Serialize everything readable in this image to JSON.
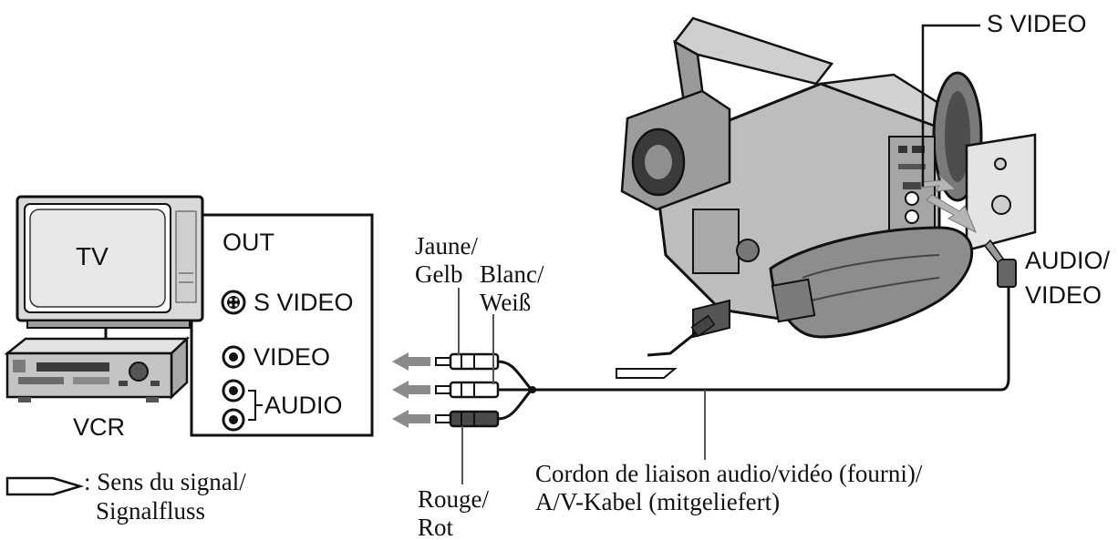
{
  "labels": {
    "svideo_top": "S VIDEO",
    "tv": "TV",
    "vcr": "VCR",
    "out": "OUT",
    "svideo_panel": "S VIDEO",
    "video_panel": "VIDEO",
    "audio_panel": "AUDIO",
    "jaune": "Jaune/",
    "gelb": "Gelb",
    "blanc": "Blanc/",
    "weiss": "Weiß",
    "rouge": "Rouge/",
    "rot": "Rot",
    "audio_video_1": "AUDIO/",
    "audio_video_2": "VIDEO",
    "cordon_1": "Cordon de liaison audio/vidéo (fourni)/",
    "cordon_2": "A/V-Kabel (mitgeliefert)",
    "sens_1": ": Sens du signal/",
    "sens_2": "Signalfluss"
  },
  "colors": {
    "ink": "#111111",
    "arrow": "#8a8a8a",
    "body_gray": "#bdbdbd",
    "dark_gray": "#6b6b6b"
  },
  "icons": [
    "tv-icon",
    "vcr-icon",
    "camcorder-icon",
    "svideo-jack-icon",
    "rca-jack-icon",
    "rca-plug-icon",
    "signal-arrow-icon"
  ]
}
